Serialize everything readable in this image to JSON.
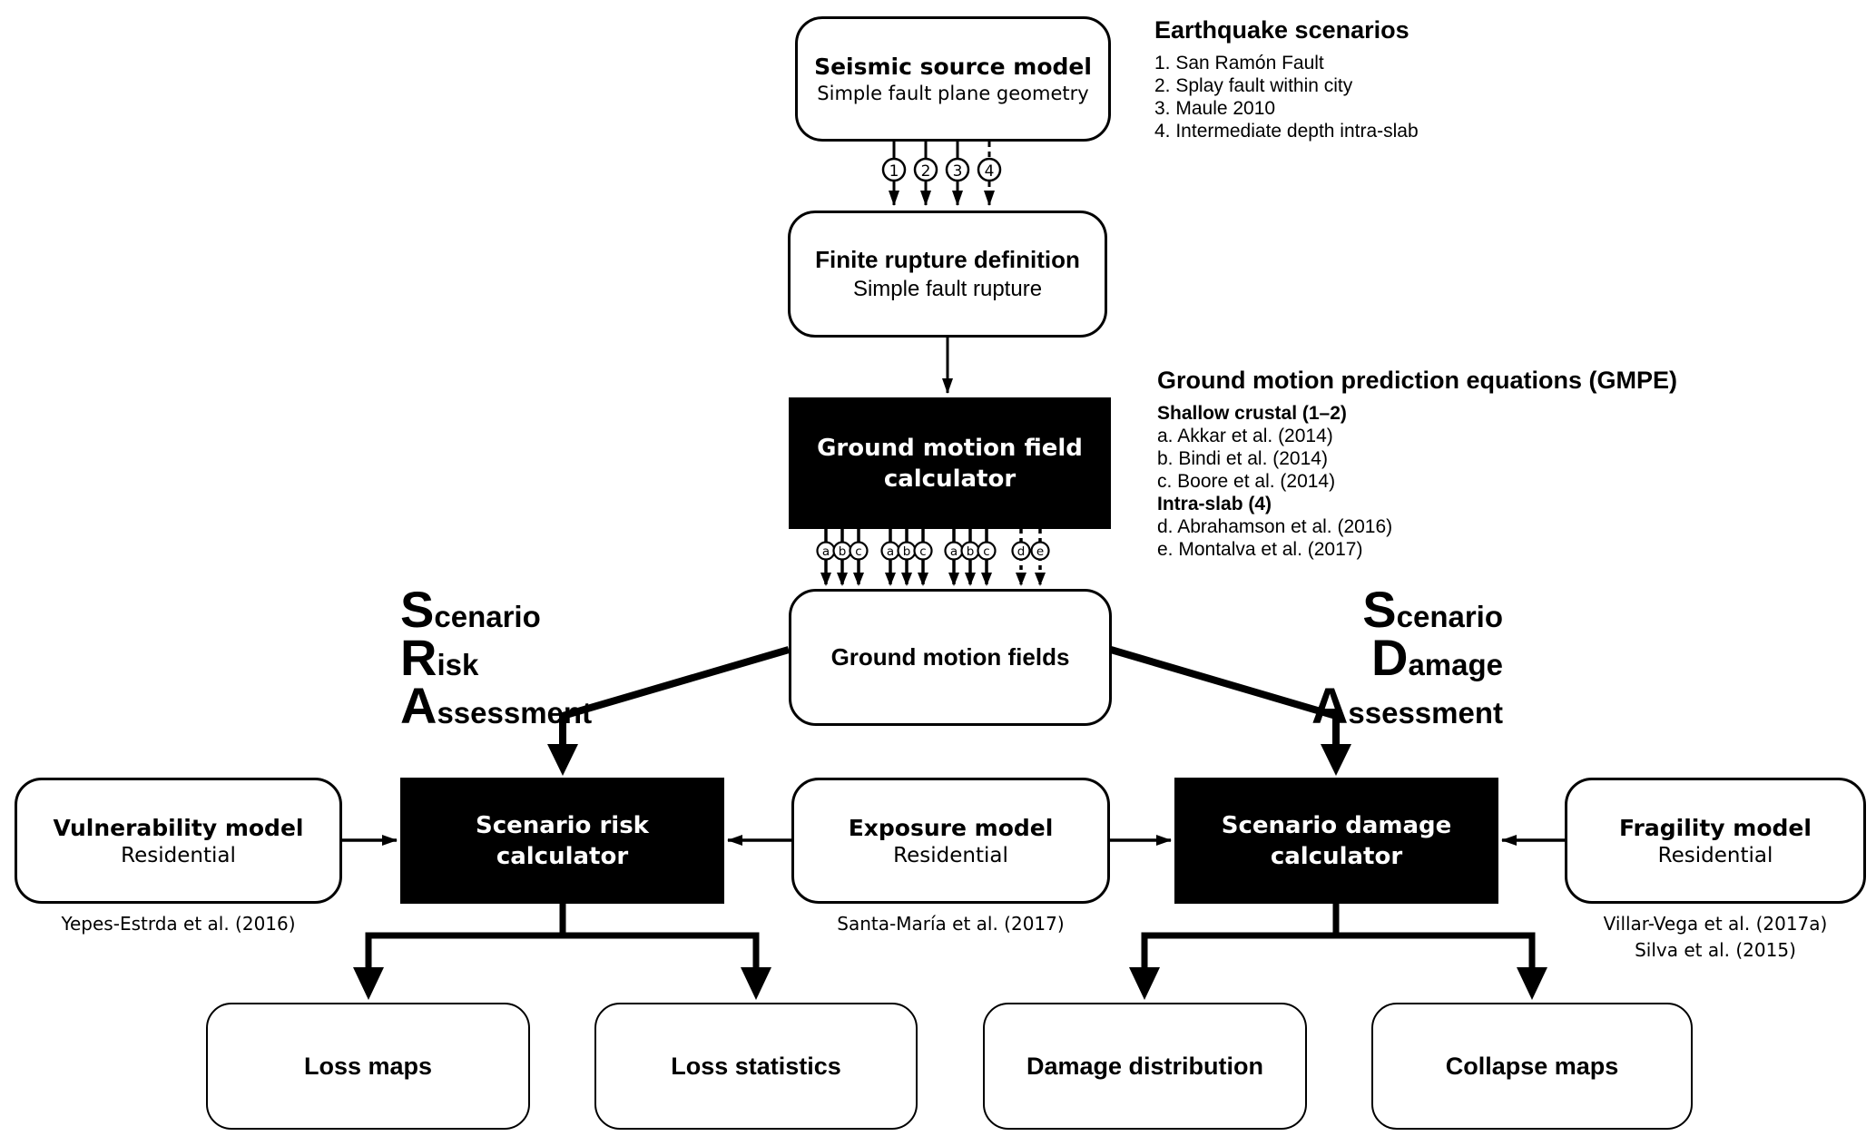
{
  "figure": {
    "background": "#ffffff",
    "ink": "#000000",
    "inverse_text": "#ffffff"
  },
  "annotations": {
    "earthquake_scenarios": {
      "title": "Earthquake scenarios",
      "items": [
        "1. San Ramón Fault",
        "2. Splay fault within city",
        "3. Maule 2010",
        "4. Intermediate depth intra-slab"
      ]
    },
    "gmpe": {
      "title": "Ground motion prediction equations (GMPE)",
      "groups": [
        {
          "heading": "Shallow crustal (1–2)",
          "items": [
            "a. Akkar et al. (2014)",
            "b. Bindi et al. (2014)",
            "c. Boore et al. (2014)"
          ]
        },
        {
          "heading": "Intra-slab (4)",
          "items": [
            "d. Abrahamson et al. (2016)",
            "e. Montalva et al. (2017)"
          ]
        }
      ]
    },
    "left_workflow_label": {
      "line1": "Scenario",
      "line2": "Risk",
      "line3": "Assessment"
    },
    "right_workflow_label": {
      "line1": "Scenario",
      "line2": "Damage",
      "line3": "Assessment"
    }
  },
  "boxes": {
    "seismic_source": {
      "title": "Seismic source model",
      "subtitle": "Simple fault plane geometry"
    },
    "finite_rupture": {
      "title": "Finite rupture definition",
      "subtitle": "Simple fault rupture"
    },
    "gmf_calculator": {
      "title": "Ground motion field calculator"
    },
    "ground_motion_fields": {
      "title": "Ground motion fields"
    },
    "vulnerability": {
      "title": "Vulnerability model",
      "subtitle": "Residential"
    },
    "risk_calculator": {
      "title": "Scenario risk calculator"
    },
    "exposure": {
      "title": "Exposure model",
      "subtitle": "Residential"
    },
    "damage_calculator": {
      "title": "Scenario damage calculator"
    },
    "fragility": {
      "title": "Fragility model",
      "subtitle": "Residential"
    },
    "loss_maps": {
      "title": "Loss maps"
    },
    "loss_statistics": {
      "title": "Loss statistics"
    },
    "damage_distribution": {
      "title": "Damage distribution"
    },
    "collapse_maps": {
      "title": "Collapse maps"
    }
  },
  "captions": {
    "vulnerability": "Yepes-Estrda et al. (2016)",
    "exposure": "Santa-María et al. (2017)",
    "fragility_line1": "Villar-Vega et al. (2017a)",
    "fragility_line2": "Silva et al. (2015)"
  },
  "connector_labels": {
    "scenarios": [
      "1",
      "2",
      "3",
      "4"
    ],
    "gmpe_group1": [
      "a",
      "b",
      "c"
    ],
    "gmpe_group2": [
      "a",
      "b",
      "c"
    ],
    "gmpe_group3": [
      "a",
      "b",
      "c"
    ],
    "gmpe_intraslab": [
      "d",
      "e"
    ]
  }
}
